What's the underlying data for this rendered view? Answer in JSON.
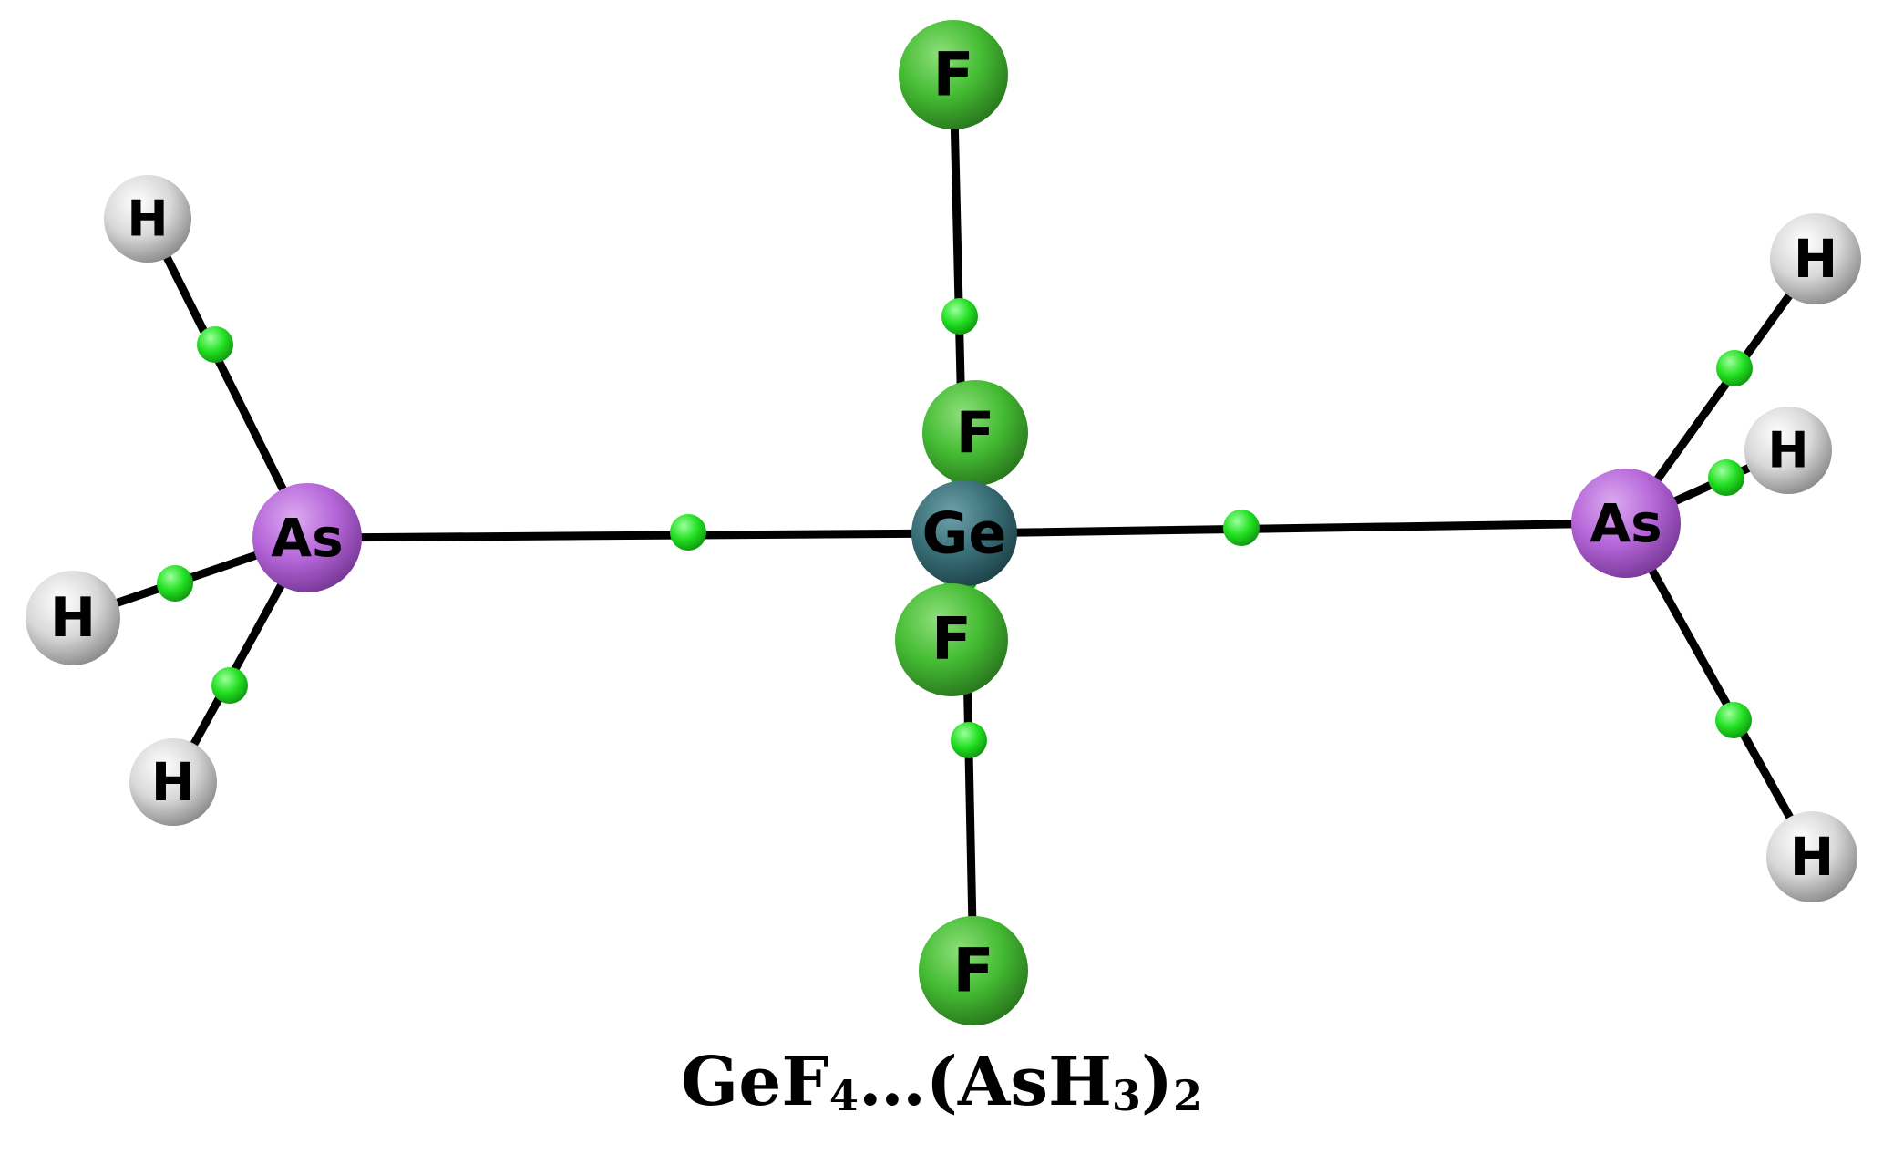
{
  "caption": {
    "prefix": "GeF",
    "sub1": "4",
    "middle": "…(AsH",
    "sub2": "3",
    "close": ")",
    "sub3": "2"
  },
  "colors": {
    "bond": "#000000",
    "critical_point": "#22e022",
    "fluorine": "#44bb33",
    "germanium": "#3a6f78",
    "arsenic": "#b565d8",
    "hydrogen": "#d8d8d8"
  },
  "atoms": [
    {
      "id": "F1",
      "label": "F",
      "element": "fluorine"
    },
    {
      "id": "F2",
      "label": "F",
      "element": "fluorine"
    },
    {
      "id": "Ge",
      "label": "Ge",
      "element": "germanium"
    },
    {
      "id": "F3",
      "label": "F",
      "element": "fluorine"
    },
    {
      "id": "F4",
      "label": "F",
      "element": "fluorine"
    },
    {
      "id": "AsL",
      "label": "As",
      "element": "arsenic"
    },
    {
      "id": "AsR",
      "label": "As",
      "element": "arsenic"
    },
    {
      "id": "HL1",
      "label": "H",
      "element": "hydrogen"
    },
    {
      "id": "HL2",
      "label": "H",
      "element": "hydrogen"
    },
    {
      "id": "HL3",
      "label": "H",
      "element": "hydrogen"
    },
    {
      "id": "HR1",
      "label": "H",
      "element": "hydrogen"
    },
    {
      "id": "HR2",
      "label": "H",
      "element": "hydrogen"
    },
    {
      "id": "HR3",
      "label": "H",
      "element": "hydrogen"
    }
  ],
  "bonds": [
    [
      "F1",
      "Ge"
    ],
    [
      "F2",
      "Ge"
    ],
    [
      "F3",
      "Ge"
    ],
    [
      "F4",
      "Ge"
    ],
    [
      "AsL",
      "Ge"
    ],
    [
      "AsR",
      "Ge"
    ],
    [
      "AsL",
      "HL1"
    ],
    [
      "AsL",
      "HL2"
    ],
    [
      "AsL",
      "HL3"
    ],
    [
      "AsR",
      "HR1"
    ],
    [
      "AsR",
      "HR2"
    ],
    [
      "AsR",
      "HR3"
    ]
  ]
}
